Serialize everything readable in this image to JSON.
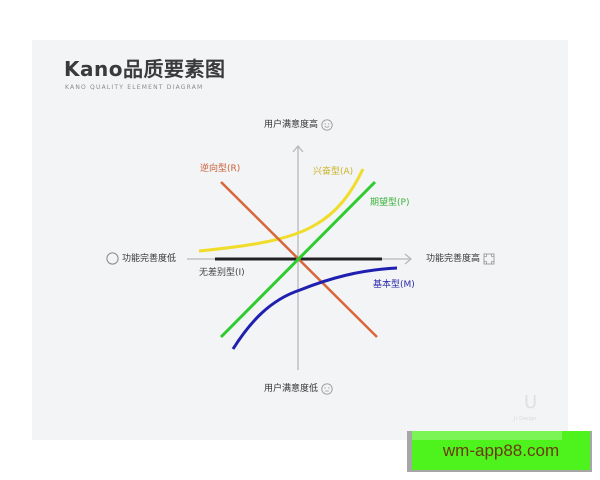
{
  "header": {
    "title": "Kano品质要素图",
    "subtitle": "KANO QUALITY ELEMENT DIAGRAM"
  },
  "axes": {
    "y_top": {
      "label": "用户满意度高",
      "icon": "smile-face-icon"
    },
    "y_bottom": {
      "label": "用户满意度低",
      "icon": "neutral-face-icon"
    },
    "x_left": {
      "label": "功能完善度低",
      "icon": "empty-circle-icon"
    },
    "x_right": {
      "label": "功能完善度高",
      "icon": "full-square-icon"
    }
  },
  "curves": [
    {
      "id": "R",
      "label": "逆向型(R)",
      "color": "#d9663a",
      "shape": "line",
      "from": [
        221,
        182
      ],
      "to": [
        377,
        337
      ]
    },
    {
      "id": "A",
      "label": "兴奋型(A)",
      "color": "#f0dc2a",
      "shape": "convex-up-curve",
      "from": [
        199,
        251
      ],
      "to": [
        363,
        169
      ]
    },
    {
      "id": "P",
      "label": "期望型(P)",
      "color": "#2ecc2e",
      "shape": "line",
      "from": [
        221,
        337
      ],
      "to": [
        375,
        182
      ]
    },
    {
      "id": "I",
      "label": "无差别型(I)",
      "color": "#222222",
      "shape": "horizontal-line",
      "from": [
        215,
        259
      ],
      "to": [
        382,
        259
      ]
    },
    {
      "id": "M",
      "label": "基本型(M)",
      "color": "#1f1fb0",
      "shape": "concave-down-curve",
      "from": [
        233,
        349
      ],
      "to": [
        397,
        268
      ]
    }
  ],
  "label_colors": {
    "R": "#c8613a",
    "A": "#c9b52a",
    "P": "#3bb33b",
    "I": "#444444",
    "M": "#2a2aa8"
  },
  "logo": {
    "mark": "U",
    "text": "Jr Design"
  },
  "watermark": {
    "text": "wm-app88.com",
    "bg": "#4ef21c",
    "text_color": "#6b3a10"
  }
}
